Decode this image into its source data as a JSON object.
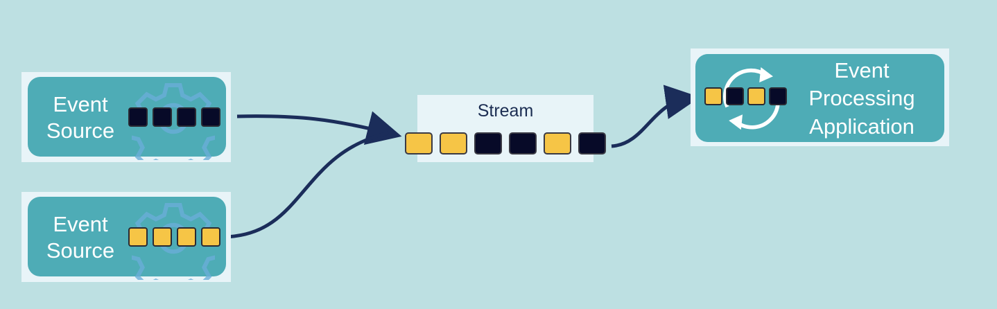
{
  "sources": [
    {
      "label_line1": "Event",
      "label_line2": "Source",
      "icon": "gear-icon",
      "events": [
        "dark",
        "dark",
        "dark",
        "dark"
      ]
    },
    {
      "label_line1": "Event",
      "label_line2": "Source",
      "icon": "gear-icon",
      "events": [
        "yellow",
        "yellow",
        "yellow",
        "yellow"
      ]
    }
  ],
  "stream": {
    "title": "Stream",
    "events": [
      "yellow",
      "yellow",
      "dark",
      "dark",
      "yellow",
      "dark"
    ]
  },
  "processor": {
    "label_line1": "Event",
    "label_line2": "Processing",
    "label_line3": "Application",
    "icon": "refresh-cycle-icon",
    "events": [
      "yellow",
      "dark",
      "yellow",
      "dark"
    ]
  },
  "colors": {
    "background": "#bde0e2",
    "card": "#4eacb6",
    "event_yellow": "#f6c546",
    "event_dark": "#070a28",
    "arrow": "#1b2d5a"
  }
}
